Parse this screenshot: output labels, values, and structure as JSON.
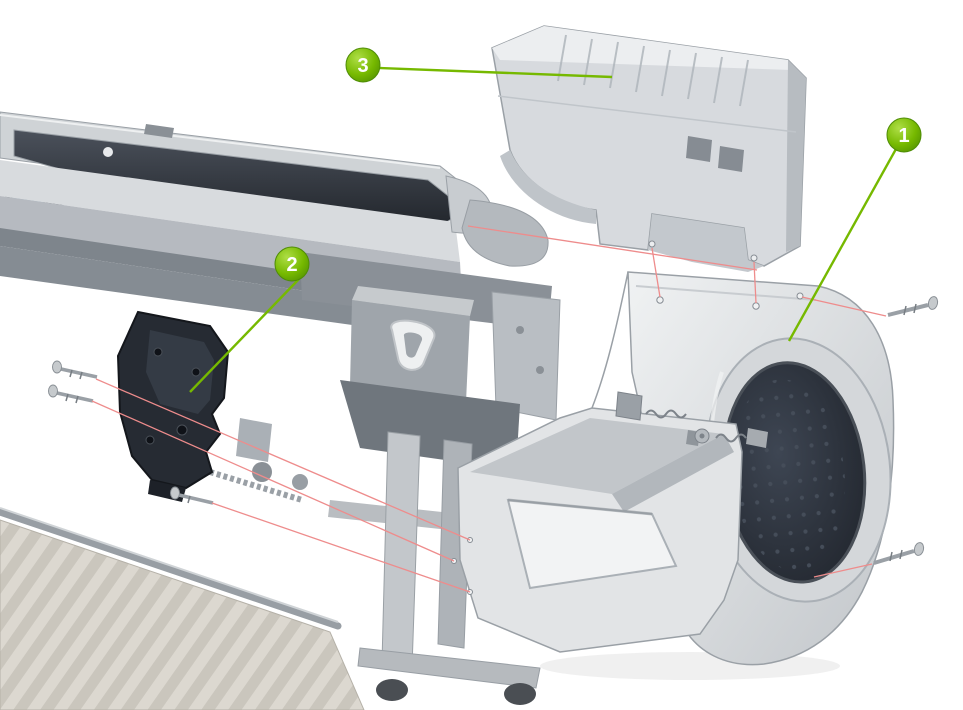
{
  "diagram": {
    "kind": "exploded-parts-diagram",
    "callouts": [
      {
        "number": "1"
      },
      {
        "number": "2"
      },
      {
        "number": "3"
      }
    ],
    "colors": {
      "callout_green": "#76b900",
      "leader_green": "#76b900",
      "alignment_red": "#ee8c8c",
      "part_light_gray": "#d7dade",
      "dark_part": "#262b33",
      "window_dark": "#2e333a",
      "background": "#ffffff"
    }
  }
}
